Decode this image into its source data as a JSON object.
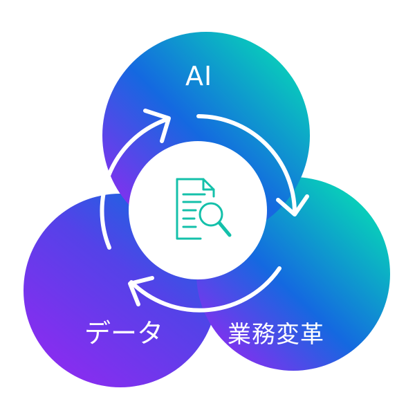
{
  "circles": {
    "top": {
      "label": "AI"
    },
    "bottom_left": {
      "label": "データ"
    },
    "bottom_right": {
      "label": "業務変革"
    }
  },
  "center": {
    "icon": "document-search-icon"
  },
  "cycle": {
    "icon": "circular-arrows-icon",
    "arrow_count": 3
  },
  "colors": {
    "gradient_blue": "#1469e0",
    "gradient_purple": "#8a2cf0",
    "gradient_teal": "#08d3b8",
    "icon_teal": "#14c0aa",
    "arrow_white": "#ffffff",
    "background": "#ffffff"
  }
}
